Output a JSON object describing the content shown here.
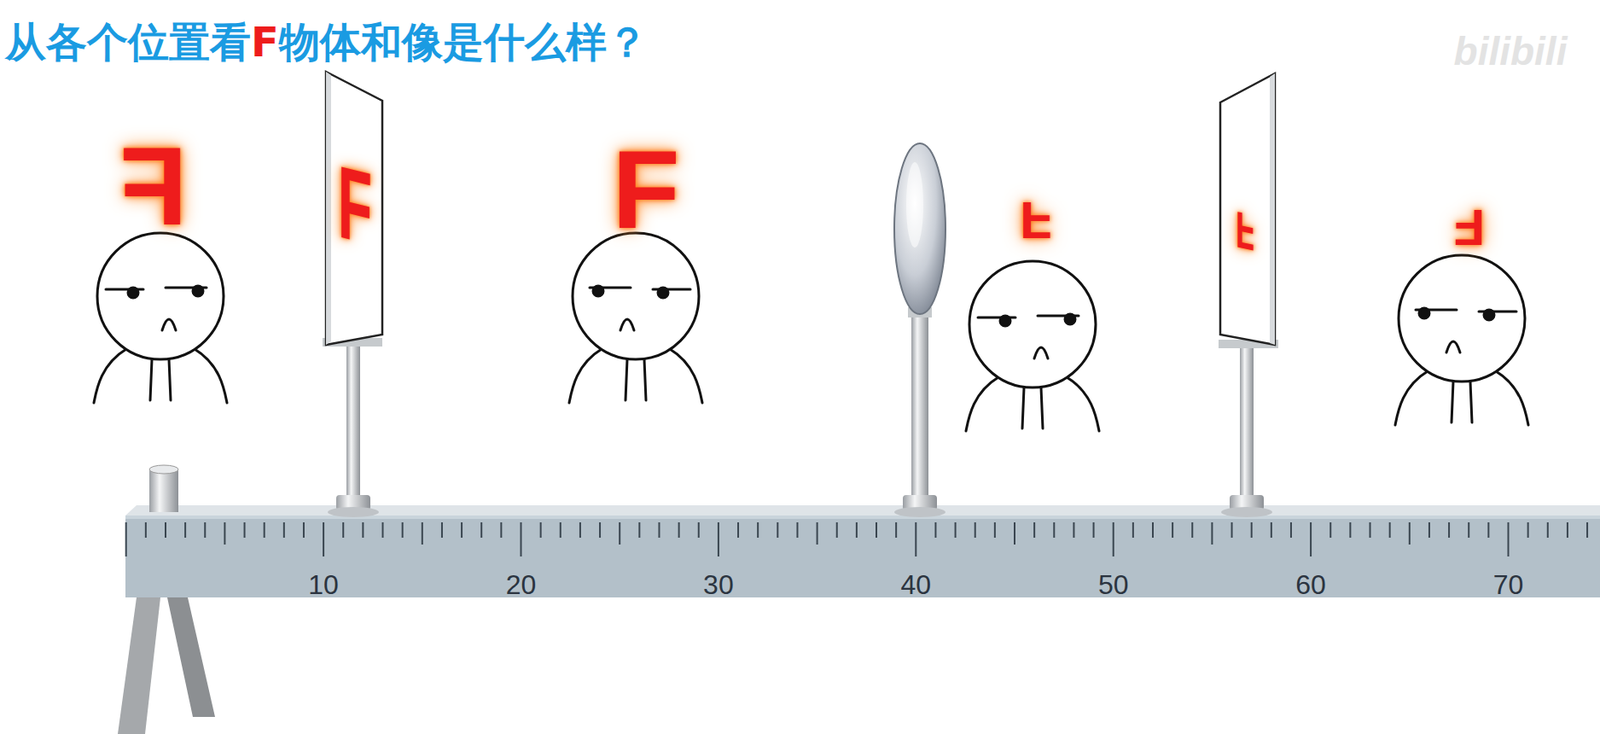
{
  "diagram": {
    "title": "从各个位置看F物体和像是什么样？",
    "labels": [
      "F",
      "F",
      "F",
      "F",
      "F",
      "F",
      "10",
      "20",
      "30",
      "40",
      "50",
      "60",
      "70",
      "bilibili"
    ]
  }
}
